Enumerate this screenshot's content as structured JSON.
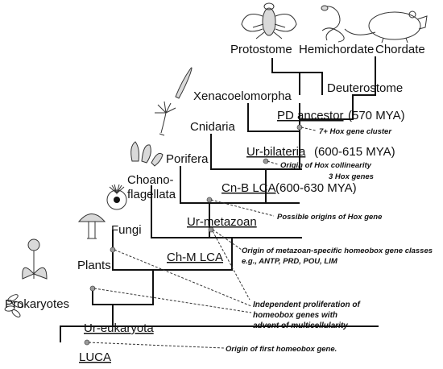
{
  "taxa": {
    "protostome": "Protostome",
    "hemichordate": "Hemichordate",
    "chordate": "Chordate",
    "deuterostome": "Deuterostome",
    "xenacoelomorpha": "Xenacoelomorpha",
    "cnidaria": "Cnidaria",
    "porifera": "Porifera",
    "choanoflagellata_1": "Choano-",
    "choanoflagellata_2": "flagellata",
    "fungi": "Fungi",
    "plants": "Plants",
    "prokaryotes": "Prokaryotes"
  },
  "ancestors": {
    "pd_name": "PD ancestor",
    "pd_age": "(570 MYA)",
    "urbilateria_name": "Ur-bilateria",
    "urbilateria_age": "(600-615 MYA)",
    "cnb_name": "Cn-B LCA",
    "cnb_age": "(600-630 MYA)",
    "urmetazoan_name": "Ur-metazoan",
    "chm_name": "Ch-M LCA",
    "ureukaryota_name": "Ur-eukaryota",
    "luca_name": "LUCA"
  },
  "annotations": {
    "hox_cluster": "7+ Hox gene cluster",
    "hox_collinearity_1": "Origin of Hox collinearity",
    "hox_collinearity_2": "3 Hox genes",
    "hox_origins": "Possible origins of Hox gene",
    "metazoan_classes_1": "Origin of metazoan-specific homeobox gene classes",
    "metazoan_classes_2": "e.g., ANTP, PRD, POU, LIM",
    "proliferation_1": "Independent proliferation of",
    "proliferation_2": "homeobox genes with",
    "proliferation_3": "advent of multicellularity",
    "first_homeobox": "Origin of first homeobox gene."
  },
  "colors": {
    "line": "#111111",
    "node": "#9a9a9a",
    "text": "#111111"
  }
}
